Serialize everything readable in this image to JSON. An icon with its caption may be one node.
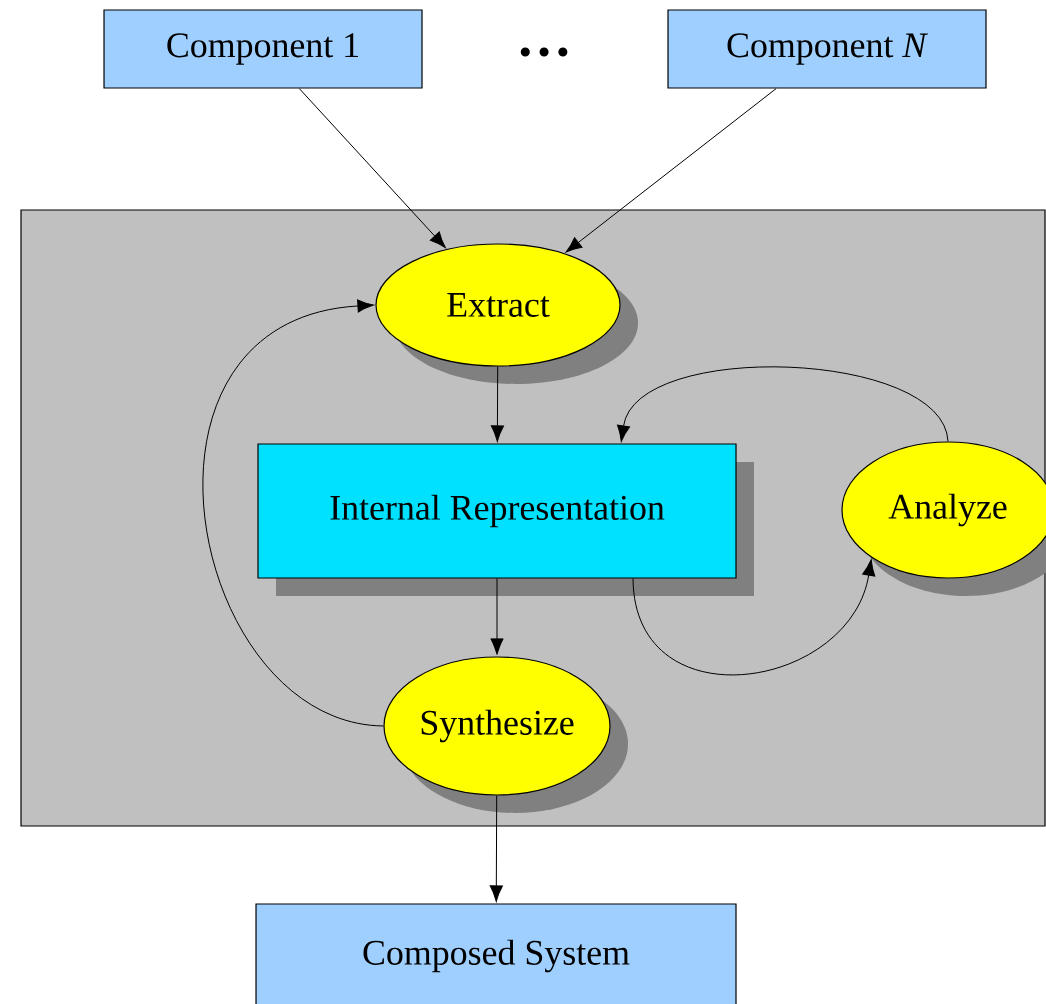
{
  "diagram": {
    "nodes": [
      {
        "text": [
          "Component 1"
        ]
      },
      {
        "text": [
          "Component *N*"
        ]
      },
      {
        "text": [],
        "shape": "box"
      },
      {
        "text": [
          "Extract"
        ],
        "in": 2
      },
      {
        "text": [
          "Internal Representation"
        ],
        "in": 2
      },
      {
        "text": [
          "Analyze"
        ],
        "in": 2
      },
      {
        "text": [
          "Synthesize"
        ],
        "in": 2
      },
      {
        "text": [
          "Composed System"
        ]
      }
    ],
    "edges": [
      {
        "from": 0,
        "to": 3,
        "arrow": "to"
      },
      {
        "from": 1,
        "to": 3,
        "arrow": "to"
      },
      {
        "from": 3,
        "to": 4,
        "arrow": "to"
      },
      {
        "from": 4,
        "to": 6,
        "arrow": "to"
      },
      {
        "from": 6,
        "to": 3,
        "arrow": "to"
      },
      {
        "from": 4,
        "to": 5,
        "arrow": "to"
      },
      {
        "from": 5,
        "to": 4,
        "arrow": "to"
      },
      {
        "from": 6,
        "to": 7,
        "arrow": "to"
      }
    ],
    "labels": [
      "…"
    ]
  }
}
